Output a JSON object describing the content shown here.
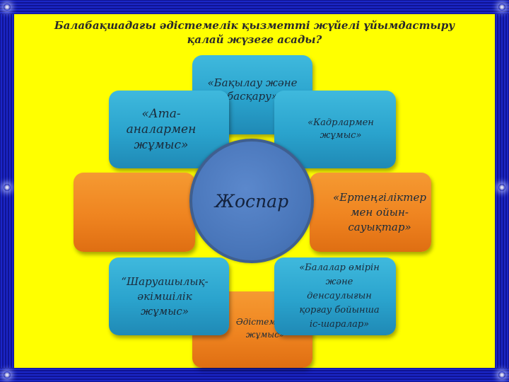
{
  "title": {
    "line1": "Балабақшадағы әдістемелік қызметті жүйелі ұйымдастыру",
    "line2": "қалай жүзеге асады?"
  },
  "center": {
    "label": "Жоспар"
  },
  "nodes": {
    "top": "«Бақылау және басқару»",
    "top_right": "«Кадрлармен жұмыс»",
    "right": "«Ертеңгіліктер мен ойын-сауықтар»",
    "bottom_right": "«Балалар өмірін және денсаулығын қорғау бойынша іс-шаралар»",
    "bottom": "Әдістемелік жұмыс»",
    "bottom_left": "“Шаруашылық-әкімшілік жұмыс»",
    "left": "",
    "top_left": "«Ата-аналармен жұмыс»"
  },
  "colors": {
    "background": "#ffff00",
    "teal": "#2aa3cd",
    "orange": "#ef8420",
    "center": "#4a77bb",
    "frame": "#1a2ad0"
  }
}
